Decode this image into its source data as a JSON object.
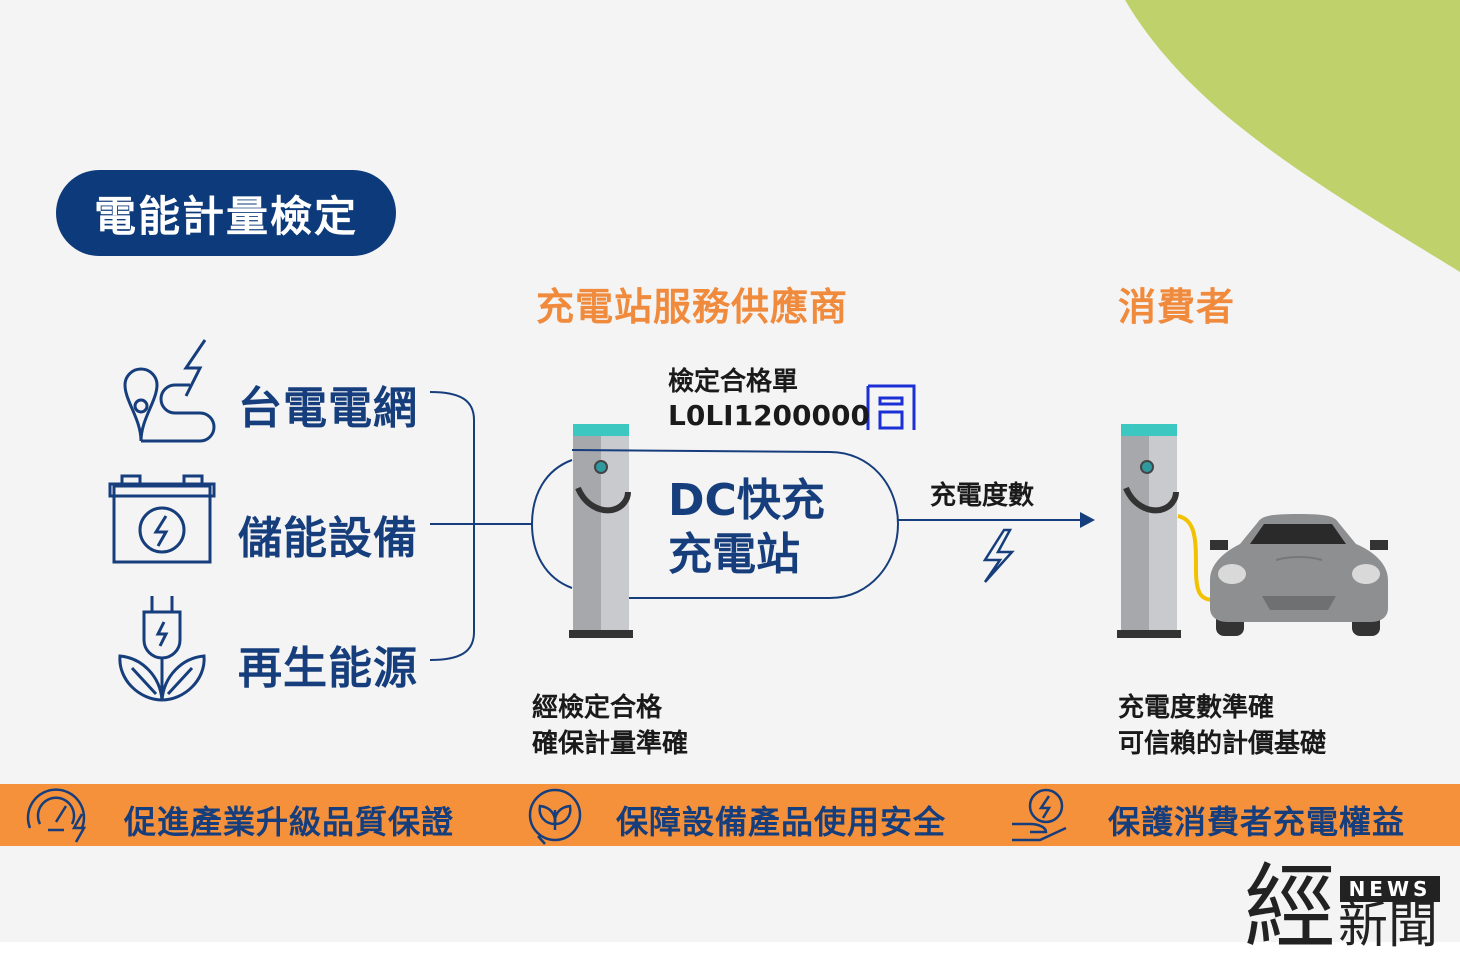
{
  "header": {
    "title": "電能計量檢定"
  },
  "sections": {
    "provider": "充電站服務供應商",
    "consumer": "消費者"
  },
  "sources": [
    {
      "label": "台電電網",
      "icon": "power-grid-icon"
    },
    {
      "label": "儲能設備",
      "icon": "battery-icon"
    },
    {
      "label": "再生能源",
      "icon": "renewable-plug-icon"
    }
  ],
  "certificate": {
    "title": "檢定合格單",
    "code": "L0LI1200000",
    "icon": "certified-stamp-icon"
  },
  "station": {
    "line1": "DC快充",
    "line2": "充電站"
  },
  "flow": {
    "label": "充電度數"
  },
  "notes": {
    "provider": [
      "經檢定合格",
      "確保計量準確"
    ],
    "consumer": [
      "充電度數準確",
      "可信賴的計價基礎"
    ]
  },
  "banner": [
    {
      "text": "促進產業升級品質保證",
      "icon": "gauge-icon"
    },
    {
      "text": "保障設備產品使用安全",
      "icon": "leaf-shield-icon"
    },
    {
      "text": "保護消費者充電權益",
      "icon": "hand-energy-icon"
    }
  ],
  "logo": {
    "main": "經",
    "badge": "NEWS",
    "sub": "新聞"
  },
  "colors": {
    "navy": "#0d3a7a",
    "orange": "#f5913a",
    "accent_orange": "#f08a3c",
    "green": "#bfd16a",
    "teal": "#3cc8c0"
  }
}
